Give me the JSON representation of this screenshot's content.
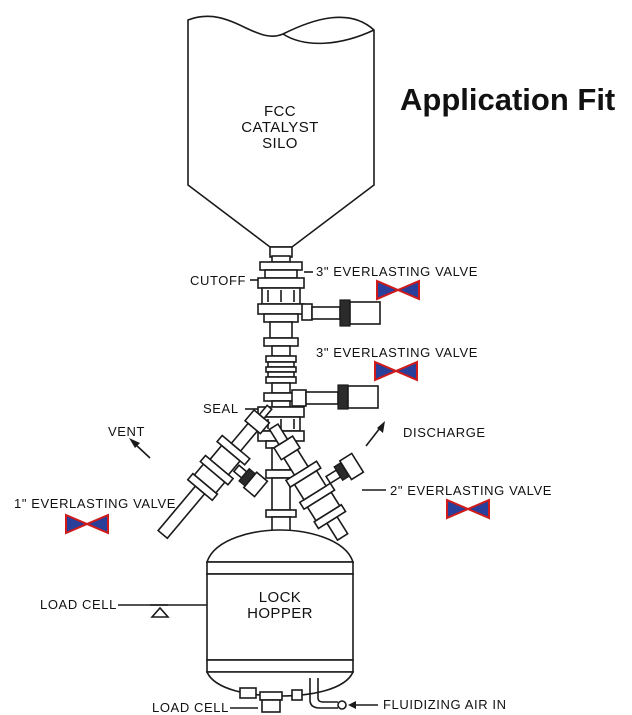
{
  "heading": "Application Fit",
  "silo": {
    "line1": "FCC",
    "line2": "CATALYST",
    "line3": "SILO"
  },
  "labels": {
    "cutoff": "CUTOFF",
    "seal": "SEAL",
    "vent": "VENT",
    "discharge": "DISCHARGE",
    "load_cell_left": "LOAD CELL",
    "load_cell_bottom": "LOAD CELL",
    "fluidizing_air": "FLUIDIZING AIR IN"
  },
  "valves": {
    "cutoff_valve": "3\" EVERLASTING VALVE",
    "seal_valve": "3\" EVERLASTING VALVE",
    "vent_valve": "1\" EVERLASTING VALVE",
    "discharge_valve": "2\" EVERLASTING VALVE"
  },
  "hopper": {
    "line1": "LOCK",
    "line2": "HOPPER"
  },
  "colors": {
    "valve_fill": "#2a3f9a",
    "valve_outline": "#d11a1a",
    "line": "#1a1a1a"
  }
}
